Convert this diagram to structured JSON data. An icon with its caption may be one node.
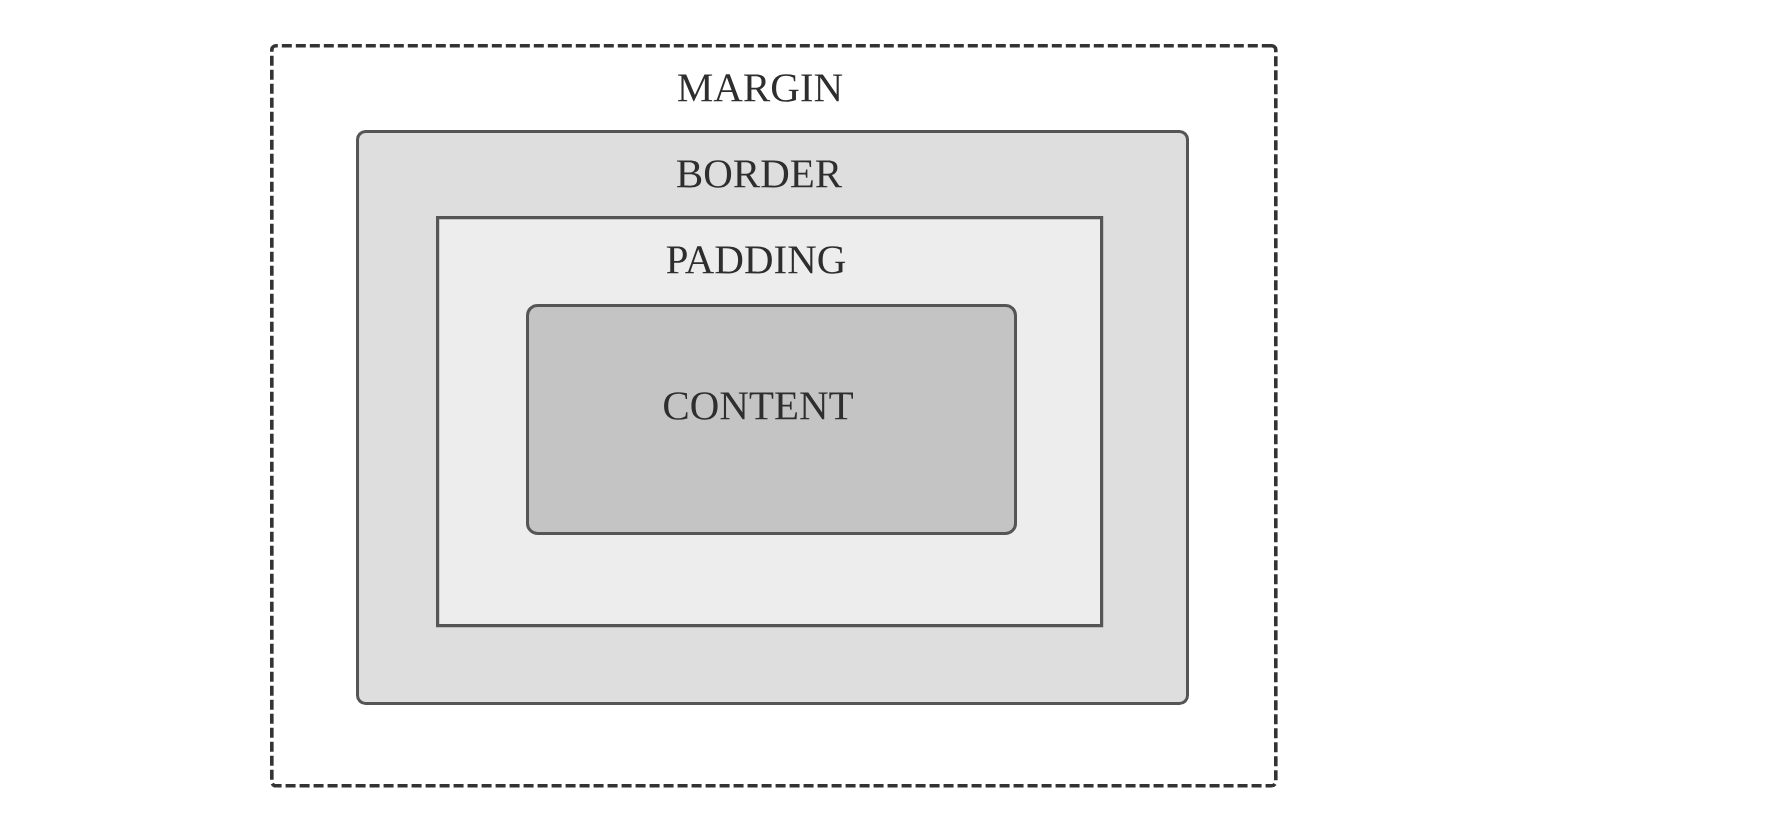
{
  "diagram": {
    "nodes": [
      {
        "text": [
          "MARGIN"
        ]
      },
      {
        "text": [
          "BORDER"
        ],
        "in": 0
      },
      {
        "text": [
          "PADDING"
        ],
        "in": 1
      },
      {
        "text": [
          "CONTENT"
        ],
        "in": 2
      }
    ]
  }
}
